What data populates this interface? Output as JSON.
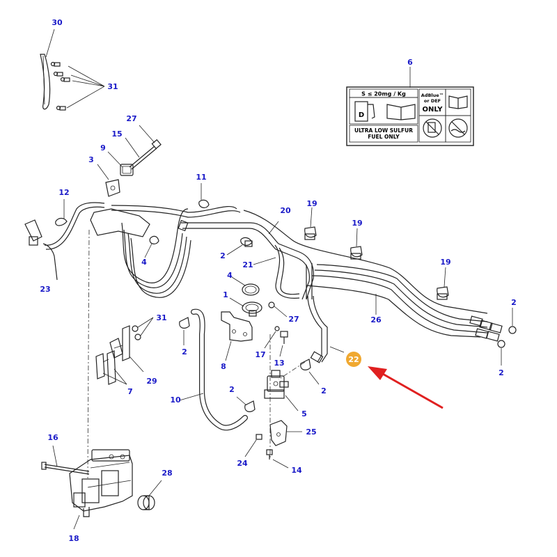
{
  "callouts": {
    "c30": "30",
    "c31a": "31",
    "c6": "6",
    "c27a": "27",
    "c15": "15",
    "c9": "9",
    "c3": "3",
    "c11": "11",
    "c12": "12",
    "c20": "20",
    "c19a": "19",
    "c19b": "19",
    "c19c": "19",
    "c2a": "2",
    "c21": "21",
    "c4a": "4",
    "c23": "23",
    "c4b": "4",
    "c1": "1",
    "c26": "26",
    "c2b": "2",
    "c31b": "31",
    "c27b": "27",
    "c2c": "2",
    "c2d": "2",
    "c17": "17",
    "c13": "13",
    "c8": "8",
    "c29": "29",
    "c7": "7",
    "c2e": "2",
    "c2f": "2",
    "c10": "10",
    "c5": "5",
    "c25": "25",
    "c16": "16",
    "c24": "24",
    "c14": "14",
    "c28": "28",
    "c18": "18"
  },
  "highlight": {
    "label": "22",
    "color": "#f0a830",
    "arrow_color": "#e02020"
  },
  "callout_color": "#1a1ac8",
  "decal": {
    "sulfur_spec": "S ≤ 20mg / Kg",
    "pump_letter": "D",
    "adblue_line1": "AdBlue™",
    "adblue_line2": "or DEF",
    "adblue_only": "ONLY",
    "ulsd_line1": "ULTRA LOW SULFUR",
    "ulsd_line2": "FUEL ONLY"
  }
}
